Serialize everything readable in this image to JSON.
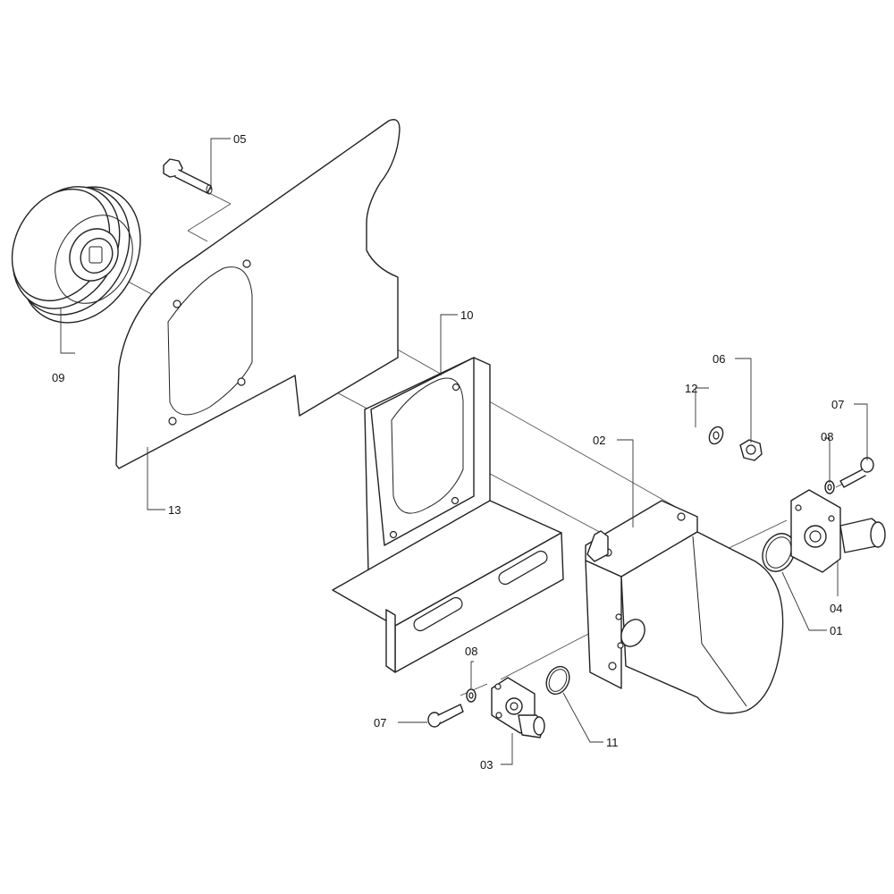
{
  "callouts": {
    "c01": "01",
    "c02": "02",
    "c03": "03",
    "c04": "04",
    "c05": "05",
    "c06": "06",
    "c07a": "07",
    "c07b": "07",
    "c08a": "08",
    "c08b": "08",
    "c09": "09",
    "c10": "10",
    "c11": "11",
    "c12": "12",
    "c13": "13"
  },
  "colors": {
    "line": "#222222",
    "background": "#ffffff"
  }
}
